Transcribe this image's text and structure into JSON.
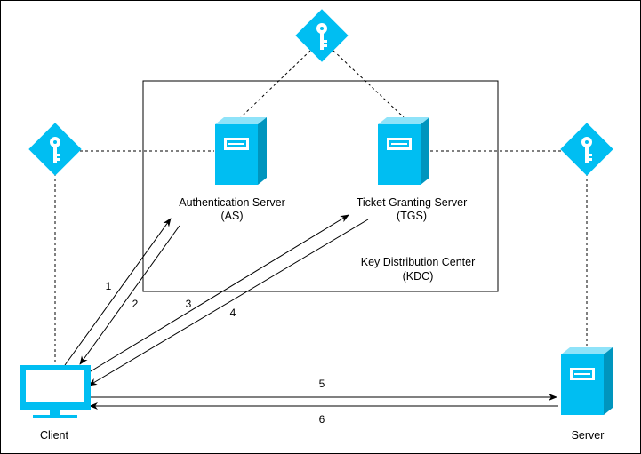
{
  "kdc": {
    "title": "Key Distribution Center",
    "abbr": "(KDC)"
  },
  "as": {
    "name": "Authentication Server",
    "abbr": "(AS)"
  },
  "tgs": {
    "name": "Ticket Granting Server",
    "abbr": "(TGS)"
  },
  "client": {
    "label": "Client"
  },
  "server": {
    "label": "Server"
  },
  "steps": [
    "1",
    "2",
    "3",
    "4",
    "5",
    "6"
  ],
  "colors": {
    "icon": "#00BEF2",
    "icon_dark": "#0095BE",
    "line": "#000000"
  },
  "icons": {
    "key": "key-icon",
    "server": "server-icon",
    "monitor": "monitor-icon"
  }
}
